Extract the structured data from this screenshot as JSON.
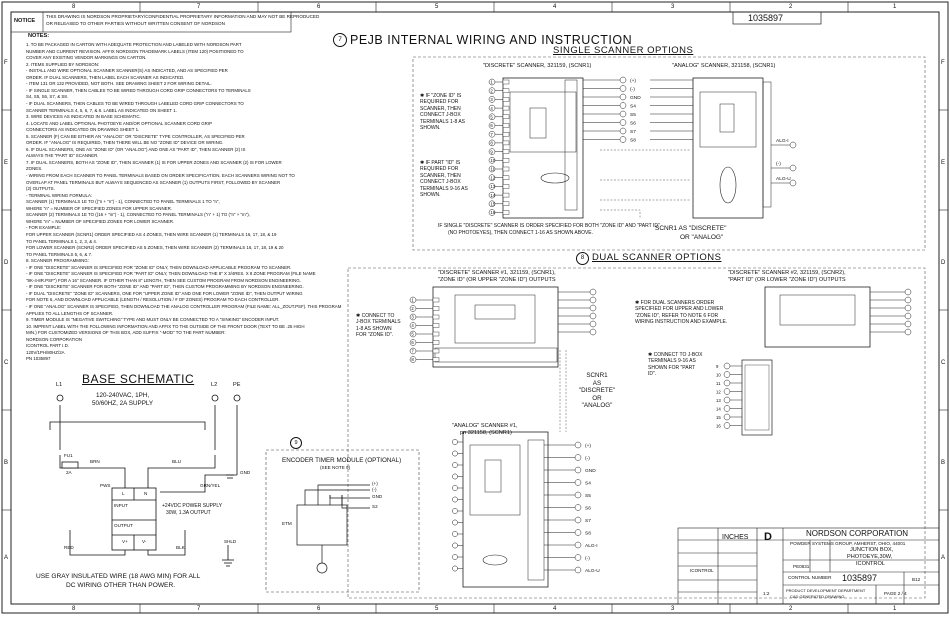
{
  "header": {
    "notice_label": "NOTICE",
    "notice_text_1": "THIS DRAWING IS NORDSON PROPRIETARY/CONFIDENTIAL PROPRIETARY INFORMATION AND MAY NOT BE REPRODUCED",
    "notice_text_2": "OR RELEASED TO OTHER PARTIES WITHOUT WRITTEN CONSENT OF NORDSON",
    "doc_number": "1035897",
    "zone_numbers": [
      "8",
      "7",
      "6",
      "5",
      "4",
      "3",
      "2",
      "1"
    ],
    "zone_letters": [
      "F",
      "E",
      "D",
      "C",
      "B",
      "A"
    ]
  },
  "notes": {
    "title": "NOTES:",
    "lines": [
      "1.  TO BE PACKAGED IN CARTON WITH ADEQUATE PROTECTION AND LABELED WITH NORDSON PART",
      "     NUMBER AND CURRENT REVISION. AFFIX NORDSON TRADEMARK LABELS (ITEM 120) POSITIONED TO",
      "     COVER ANY EXISTING VENDOR MARKINGS ON CARTON.",
      "2.  ITEMS SUPPLIED BY NORDSON:",
      "     - INSTALL AND WIRE OPTIONAL SCANNER SCANNER(S) AS INDICATED, AND AS SPECIFIED PER",
      "       ORDER. IF DUAL SCANNERS, THEN LABEL EACH SCANNER AS INDICATED.",
      "     - ITEM 131 OR 132 PROVIDED, NOT BOTH. SEE DRAWING SHEET 2 FOR WIRING DETAIL.",
      "     - IF SINGLE SCANNER, THEN CABLES TO BE WIRED THROUGH CORD GRIP CONNECTORS TO   TERMINALS",
      "       S4, S5, S6, S7, & S8.",
      "     - IF DUAL SCANNERS, THEN CABLES TO BE WIRED THROUGH LABELED CORD GRIP CONNECTORS TO",
      "       SCANNER TERMINALS 4, 5, 6, 7, & 8. LABEL AS INDICATED ON SHEET 1.",
      "3.  WIRE DEVICES AS INDICATED IN BASE SCHEMATIC.",
      "4.  LOCATE AND LABEL OPTIONAL PHOTOEYE AND/OR OPTIONAL SCANNER CORD GRIP",
      "     CONNECTORS AS INDICATED ON DRAWING SHEET 1.",
      "5.  SCANNER (F) CAN BE EITHER AN \"ANALOG\" OR \"DISCRETE\" TYPE CONTROLLER, AS SPECIFIED PER",
      "     ORDER. IF \"ANALOG\" IS REQUIRED, THEN THERE WILL BE NO \"ZONE ID\" DEVICE OR WIRING.",
      "6.  IF DUAL SCANNERS, ONE AS \"ZONE ID\" (OR \"ANALOG\") AND ONE AS \"PART ID\", THEN SCANNER (2) IS",
      "     ALWAYS THE \"PART ID\" SCANNER.",
      "7.  IF DUAL SCANNERS, BOTH AS \"ZONE ID\", THEN SCANNER (1) IS FOR UPPER ZONES AND SCANNER (2) IS FOR LOWER",
      "     ZONES.",
      "   - WIRING FROM EACH SCANNER TO PANEL TERMINALS BASED ON ORDER SPECIFICATION. EACH SCANNERS WIRING NOT TO",
      "     OVERLAP AT PANEL TERMINALS BUT ALWAYS SEQUENCED AS SCANNER (1) OUTPUTS FIRST, FOLLOWED BY SCANNER",
      "     (2) OUTPUTS.",
      "   - TERMINAL WIRING FORMULA:",
      "       SCANNER (1) TERMINALS 1E TO ((\"n + \"n\") - 1), CONNECTED TO PANEL TERMINALS 1 TO \"n\",",
      "            WHERE \"n\" = NUMBER OF SPECIFIED ZONES FOR UPPER SCANNER.",
      "       SCANNER (2) TERMINALS 1E TO ((16 + \"m\") - 1), CONNECTED TO PANEL TERMINALS (\"n\" + 1) TO (\"n\" + \"m\"),",
      "            WHERE \"m\" = NUMBER OF SPECIFIED ZONES FOR LOWER SCANNER.",
      "   - FOR EXAMPLE:",
      "       FOR UPPER SCANNER (SCNR1) ORDER SPECIFIED AS 4 ZONES, THEN WIRE SCANNER (1) TERMINALS 16, 17, 18, & 19",
      "       TO PANEL TERMINALS 1, 2, 3, & 4.",
      "       FOR LOWER SCANNER (SCNR2) ORDER SPECIFIED AS 5 ZONES, THEN WIRE SCANNER (2) TERMINALS 16, 17, 18, 19 & 20",
      "       TO PANEL TERMINALS 5, 6, & 7.",
      "8.  SCANNER PROGRAMMING:",
      "   - IF ONE \"DISCRETE\" SCANNER IS SPECIFIED FOR \"ZONE ID\" ONLY, THEN DOWNLOAD APPLICABLE PROGRAM TO SCANNER.",
      "   - IF ONE \"DISCRETE\" SCANNER IS SPECIFIED FOR \"PART ID\" ONLY, THEN DOWNLOAD THE 8\" X 3/4RES. X 8 ZONE PROGRAM (FILE NAME",
      "     \"8K-4-8R.PSF\") FOR A 16\" SCANNER. IF OTHER THAN 8\" LENGTH, THEN SEE CUSTOM PROGRAM FROM NORDSON ENGINEERING.",
      "   - IF ONE \"DISCRETE\" SCANNER FOR BOTH \"ZONE ID\" AND \"PART ID\", THEN CUSTOM PROGRAMMING BY NORDSON ENGINEERING.",
      "   - IF DUAL \"DISCRETE\" \"ZONE ID\" SCANNERS, ONE FOR \"UPPER ZONE ID\" AND ONE FOR LOWER \"ZONE ID\", THEN OUTPUT WIRING",
      "     FOR NOTE 6, AND DOWNLOAD APPLICABLE (LENGTH / RESOLUTION / # OF ZONES) PROGRAM TO EACH CONTROLLER.",
      "   - IF ONE \"ANALOG\" SCANNER IS SPECIFIED, THEN DOWNLOAD THE ANALOG CONTROLLER PROGRAM (FILE NAME: ALL_ZOUT.PSF). THIS PROGRAM",
      "     APPLIES TO ALL LENGTHS OF SCANNER.",
      "9.  TIMER MODULE IS \"NEGATIVE SWITCHING\" TYPE AND MUST ONLY BE CONNECTED TO A \"SINKING\" ENCODER INPUT.",
      "10. IMPRINT LABEL WITH THE FOLLOWING INFORMATION AND AFFIX TO THE OUTSIDE OF THE FRONT DOOR (TEXT TO BE .25 HIGH",
      "     MIN.) FOR CUSTOMIZED VERSIONS OF THIS BOX, ADD SUFFIX \"-MOD\" TO THE PART NUMBER:",
      "          NORDSON CORPORATION",
      "          ICONTROL PART I.D.",
      "          120V/1PH/80HZ/2A",
      "          PN 1035897"
    ]
  },
  "main_title": "PEJB INTERNAL WIRING AND INSTRUCTION",
  "main_title_marker": "7",
  "single_scanner": {
    "title": "SINGLE SCANNER OPTIONS",
    "discrete_label": "\"DISCRETE\" SCANNER, 321159, (SCNR1)",
    "analog_label": "\"ANALOG\" SCANNER, 321158, (SCNR1)",
    "zone_note": [
      "IF \"ZONE ID\" IS",
      "REQUIRED FOR",
      "SCANNER, THEN",
      "CONNECT J-BOX",
      "TERMINALS 1-8 AS",
      "SHOWN."
    ],
    "part_note": [
      "IF PART \"ID\" IS",
      "REQUIRED FOR",
      "SCANNER, THEN",
      "CONNECT J-BOX",
      "TERMINALS 9-16 AS",
      "SHOWN."
    ],
    "footer_note_1": "IF SINGLE \"DISCRETE\" SCANNER IS ORDER SPECIFIED FOR BOTH \"ZONE ID\" AND \"PART ID\"",
    "footer_note_2": "(NO PHOTOEYES), THEN CONNECT 1-16 AS SHOWN ABOVE.",
    "scnr1_as": "SCNR1 AS \"DISCRETE\"",
    "or_analog": "OR \"ANALOG\"",
    "terminals_right": [
      "(+)",
      "(-)",
      "GND",
      "S4",
      "S5",
      "S6",
      "S7",
      "S8"
    ],
    "analog_terminals": [
      "ALG-I",
      "(-)",
      "ALG-U"
    ]
  },
  "dual_scanner": {
    "title": "DUAL SCANNER OPTIONS",
    "marker": "8",
    "scnr1_title_1": "\"DISCRETE\" SCANNER #1, 321159, (SCNR1),",
    "scnr1_title_2": "\"ZONE ID\" (OR UPPER \"ZONE ID\") OUTPUTS",
    "scnr2_title_1": "\"DISCRETE\" SCANNER #2, 321159, (SCNR2),",
    "scnr2_title_2": "\"PART ID\" (OR LOWER \"ZONE ID\") OUTPUTS",
    "connect_note_1": [
      "CONNECT TO",
      "J-BOX TERMINALS",
      "1-8 AS SHOWN",
      "FOR \"ZONE ID\"."
    ],
    "connect_note_2": [
      "CONNECT TO J-BOX",
      "TERMINALS 9-16 AS",
      "SHOWN FOR \"PART",
      "ID\"."
    ],
    "dual_note": [
      "FOR DUAL SCANNERS ORDER",
      "SPECIFIED FOR UPPER AND LOWER",
      "\"ZONE ID\", REFER TO NOTE 6 FOR",
      "WIRING INSTRUCTION AND EXAMPLE."
    ],
    "scnr1_as": [
      "SCNR1",
      "AS",
      "\"DISCRETE\"",
      "OR",
      "\"ANALOG\""
    ],
    "analog_title_1": "\"ANALOG\" SCANNER #1,",
    "analog_title_2": "pn 321158, (SCNR1)",
    "analog_terminals": [
      "(+)",
      "(-)",
      "GND",
      "S4",
      "S5",
      "S6",
      "S7",
      "S8",
      "ALG-I",
      "(-)",
      "ALG-U"
    ]
  },
  "base_schematic": {
    "title": "BASE SCHEMATIC",
    "supply_1": "120-240VAC, 1PH,",
    "supply_2": "50/60HZ, 2A SUPPLY",
    "l1": "L1",
    "l2": "L2",
    "pe": "PE",
    "fuse": "FU1",
    "fuse_rating": "2A",
    "brn": "BRN",
    "blu": "BLU",
    "gnd": "GND",
    "grn_yel": "GRN/YEL",
    "pws": "PWS",
    "l_term": "L",
    "n_term": "N",
    "input": "INPUT",
    "output": "OUTPUT",
    "vp": "V+",
    "vm": "V-",
    "psu_note_1": "+24VDC POWER SUPPLY",
    "psu_note_2": "30W, 1.3A OUTPUT",
    "red": "RED",
    "blk": "BLK",
    "shld": "SHLD",
    "footer_1": "USE GRAY INSULATED WIRE (18 AWG MIN) FOR ALL",
    "footer_2": "DC WIRING OTHER THAN POWER."
  },
  "encoder": {
    "title": "ENCODER TIMER MODULE (OPTIONAL)",
    "subtitle": "(SEE NOTE 9)",
    "marker": "9",
    "etm": "ETM",
    "pins": [
      "(+)",
      "(-)",
      "GND",
      "S2"
    ]
  },
  "title_block": {
    "company": "NORDSON CORPORATION",
    "division": "POWDER SYSTEMS GROUP, AMHERST, OHIO, 44001",
    "units": "INCHES",
    "size": "D",
    "title_1": "JUNCTION BOX,",
    "title_2": "PHOTOEYE,30W,",
    "title_3": "ICONTROL",
    "control_number_label": "CONTROL NUMBER",
    "control_number": "1035897",
    "rev": "B12",
    "page": "PAGE 2 / 4",
    "scale": "1:2",
    "product_dev": "PRODUCT DEVELOPMENT DEPARTMENT",
    "cad_note": "CAD GENERATED DRAWING",
    "model": "ICONTROL",
    "part_no": "PE0831"
  }
}
